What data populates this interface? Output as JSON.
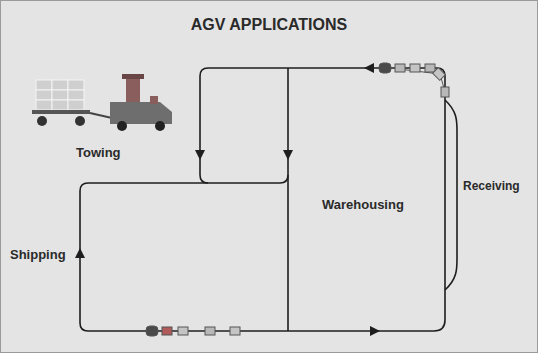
{
  "diagram": {
    "title": "AGV APPLICATIONS",
    "labels": [
      "Towing",
      "Warehousing",
      "Receiving",
      "Shipping"
    ]
  }
}
